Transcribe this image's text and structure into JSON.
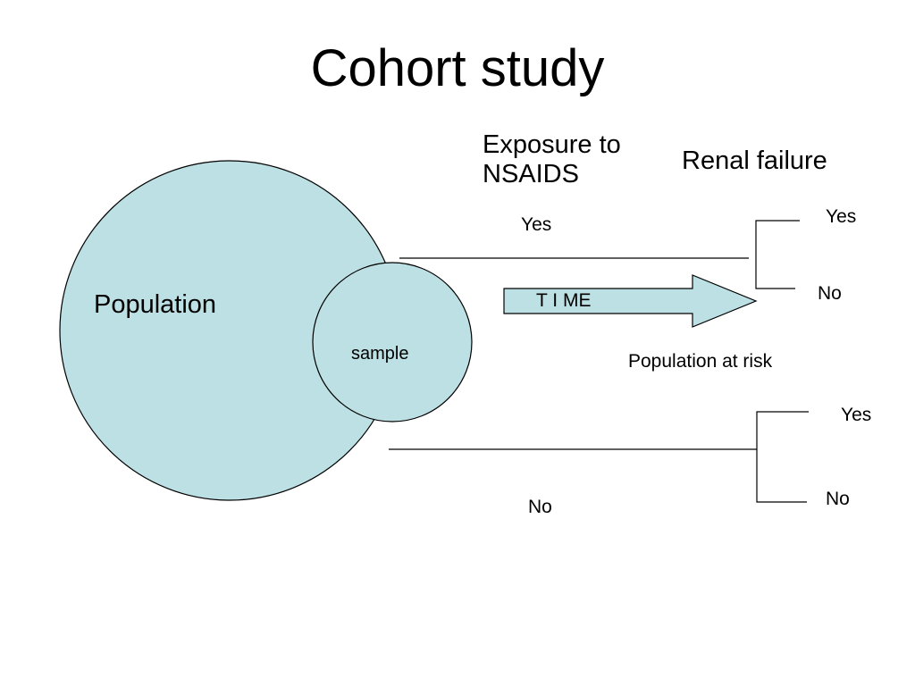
{
  "slide": {
    "title": "Cohort study",
    "columns": {
      "exposure": "Exposure to NSAIDS",
      "outcome": "Renal failure"
    },
    "labels": {
      "population": "Population",
      "sample": "sample",
      "time": "T I ME",
      "population_at_risk": "Population at risk"
    },
    "branches": {
      "exposure_yes": "Yes",
      "exposure_no": "No",
      "exposed_outcome_yes": "Yes",
      "exposed_outcome_no": "No",
      "unexposed_outcome_yes": "Yes",
      "unexposed_outcome_no": "No"
    }
  },
  "colors": {
    "circle_fill": "#BCE0E3",
    "arrow_fill": "#BCE0E3",
    "stroke": "#000000"
  }
}
